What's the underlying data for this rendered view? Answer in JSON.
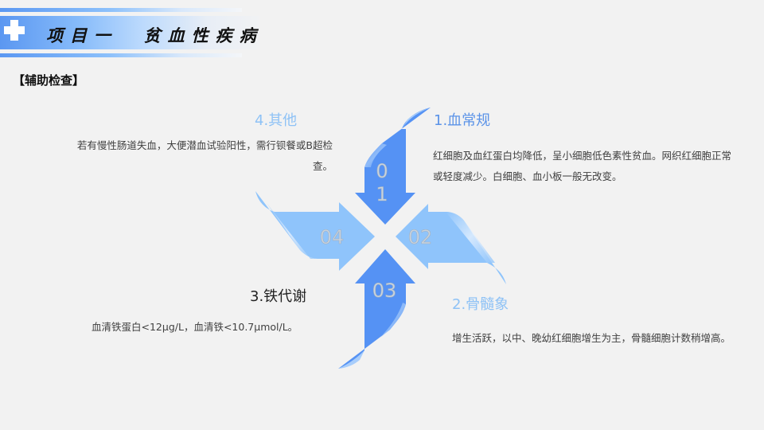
{
  "header": {
    "icon": "medical-cross-icon",
    "title": "项目一  贫血性疾病",
    "accent_color": "#5b97f1"
  },
  "section": {
    "label": "【辅助检查】"
  },
  "items": [
    {
      "number": "01",
      "digit_a": "0",
      "digit_b": "1",
      "heading": "1.血常规",
      "text": "红细胞及血红蛋白均降低，呈小细胞低色素性贫血。网织红细胞正常或轻度减少。白细胞、血小板一般无改变。",
      "color": "#5b93e8"
    },
    {
      "number": "02",
      "heading": "2.骨髓象",
      "text": "增生活跃，以中、晚幼红细胞增生为主，骨髓细胞计数稍增高。",
      "color": "#8ec2f6"
    },
    {
      "number": "03",
      "heading": "3.铁代谢",
      "text": "血清铁蛋白<12μg/L，血清铁<10.7μmol/L。",
      "color": "#222222"
    },
    {
      "number": "04",
      "heading": "4.其他",
      "text": "若有慢性肠道失血，大便潜血试验阳性，需行钡餐或B超检查。",
      "color": "#8ec2f6"
    }
  ],
  "colors": {
    "arrow_dark": "#5592f4",
    "arrow_light": "#8fc4fb",
    "background": "#f2f2f2"
  }
}
